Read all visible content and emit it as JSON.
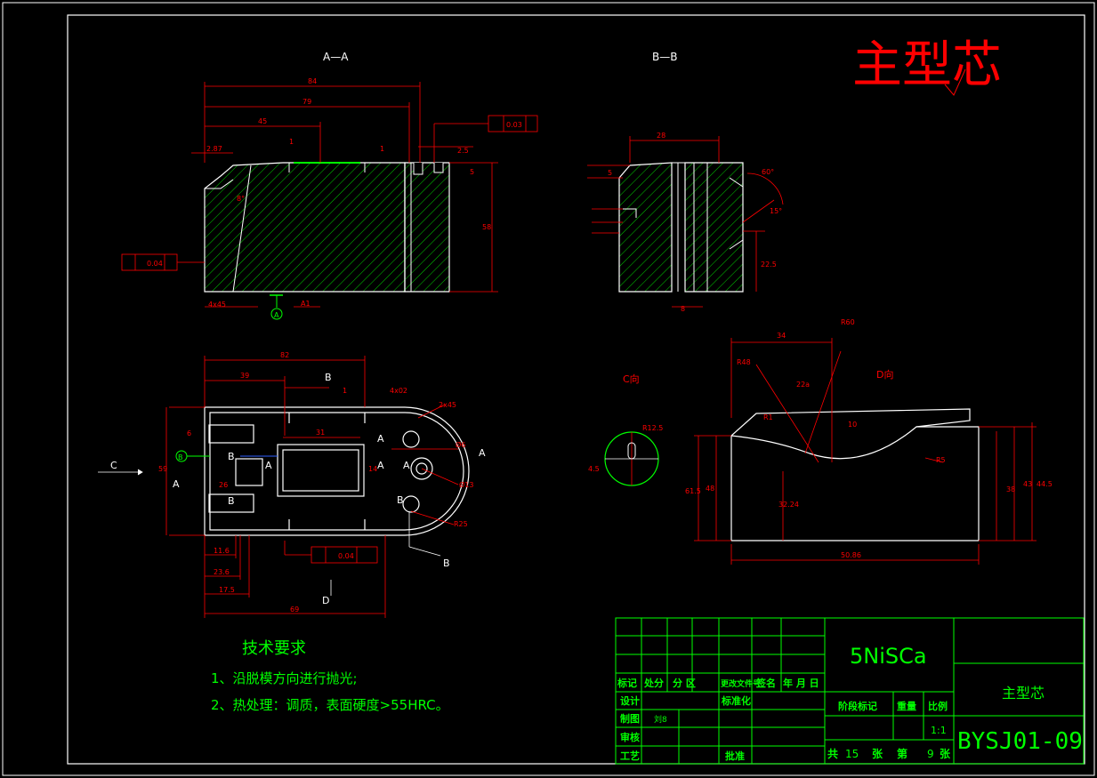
{
  "colors": {
    "background": "#000000",
    "frame": "#ffffff",
    "dimension": "#ff0000",
    "outline": "#ffffff",
    "hatch": "#00ff00",
    "title_block": "#00ff00",
    "title_red": "#ff0000",
    "section_label": "#ffffff",
    "datum": "#00ff00",
    "blue_line": "#3060ff"
  },
  "title": "主型芯",
  "views": {
    "section_aa": "A—A",
    "section_bb": "B—B",
    "view_c": "C向",
    "view_d": "D向"
  },
  "dims": {
    "d_84": "84",
    "d_79": "79",
    "d_45": "45",
    "d_2_87": "2.87",
    "d_1a": "1",
    "d_1b": "1",
    "d_25": "2.5",
    "d_58": "58",
    "d_5": "5",
    "d_8deg": "8°",
    "d_4x45": "4x45",
    "d_a1": "A1",
    "tol_aa_right": "0.03",
    "tol_aa_left": "0.04",
    "d_28": "28",
    "d_5_bb": "5",
    "d_60deg": "60°",
    "d_15deg": "15°",
    "d_22_5": "22.5",
    "d_8_bb": "8",
    "d_82": "82",
    "d_39": "39",
    "d_1_top": "1",
    "d_4x02": "4x02",
    "d_2x45": "2x45",
    "d_31": "31",
    "d_59": "59",
    "d_6": "6",
    "d_86": "Ø6",
    "d_813": "Ø13",
    "d_r25": "R25",
    "d_14": "14",
    "d_h26": "26",
    "d_116": "11.6",
    "d_236": "23.6",
    "d_175": "17.5",
    "d_69": "69",
    "tol_plan": "0.04",
    "d_h12_5": "R12.5",
    "d_4_5": "4.5",
    "d_r60": "R60",
    "d_34": "34",
    "d_r48": "R48",
    "d_r1": "R1",
    "d_22a": "22a",
    "d_r5": "R5",
    "d_615": "61.5",
    "d_48": "48",
    "d_3224": "32.24",
    "d_38": "38",
    "d_43": "43",
    "d_445": "44.5",
    "d_5086": "50.86",
    "d_10": "10"
  },
  "labels": {
    "a": "A",
    "b": "B",
    "c": "C",
    "d": "D"
  },
  "tech": {
    "heading": "技术要求",
    "line1": "1、沿脱模方向进行抛光;",
    "line2": "2、热处理：调质，表面硬度>55HRC。"
  },
  "title_block": {
    "material": "5NiSCa",
    "part_name": "主型芯",
    "drawing_no": "BYSJ01-09",
    "row_headers": [
      "标记",
      "处分",
      "分  区",
      "更改文件号",
      "签名",
      "年 月 日"
    ],
    "design": "设计",
    "standardize": "标准化",
    "drafting": "制图",
    "drafter": "刘8",
    "review": "审核",
    "process": "工艺",
    "approve": "批准",
    "stage_mark": "阶段标记",
    "weight": "重量",
    "scale_label": "比例",
    "scale_value": "1:1",
    "sheets_total_label": "共",
    "sheets_total": "15",
    "sheet_unit1": "张",
    "sheet_no_label": "第",
    "sheet_no": "9",
    "sheet_unit2": "张"
  }
}
